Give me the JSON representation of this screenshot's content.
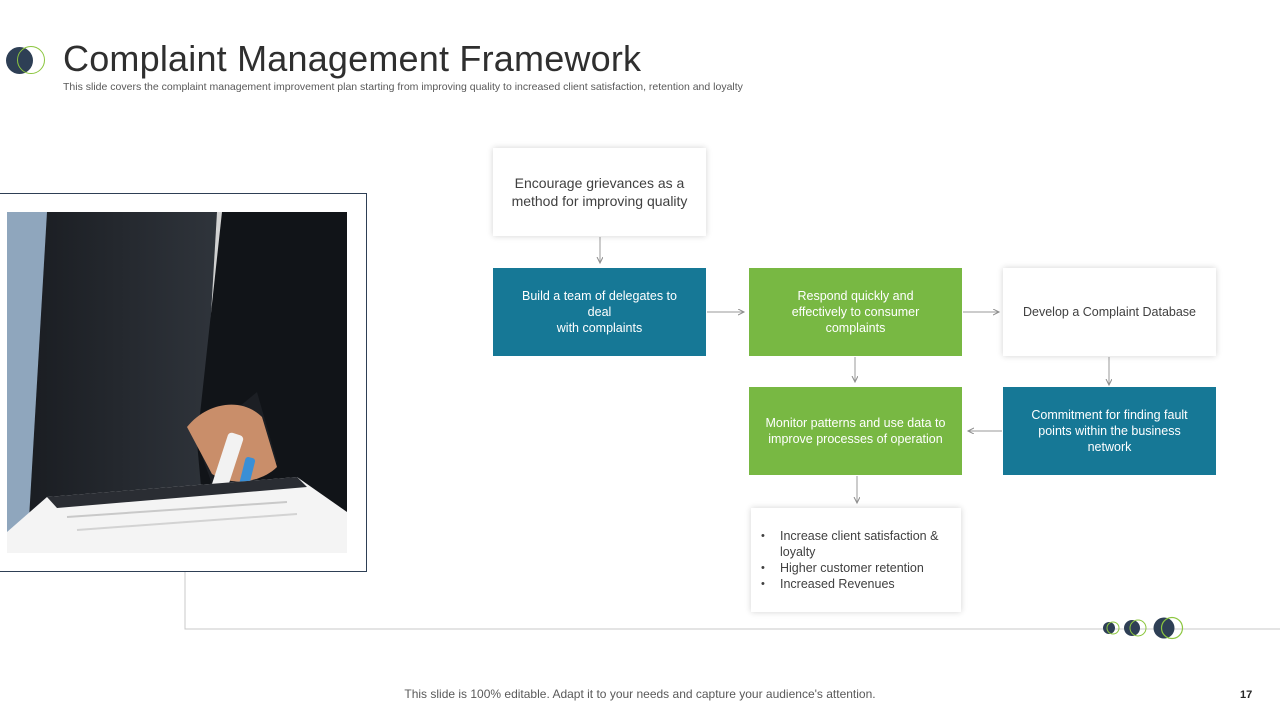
{
  "header": {
    "title": "Complaint Management Framework",
    "subtitle": "This slide covers the complaint management improvement plan starting  from improving  quality  to increased client satisfaction,  retention and loyalty"
  },
  "colors": {
    "navy": "#2e3f55",
    "teal": "#167896",
    "green": "#78b843",
    "lime_outline": "#8cc63f"
  },
  "diagram": {
    "nodes": {
      "encourage": "Encourage grievances as a method for improving quality",
      "build_team": [
        "Build a team of delegates to",
        "deal",
        "with complaints"
      ],
      "respond": [
        "Respond quickly and",
        "effectively to consumer",
        "complaints"
      ],
      "database": "Develop a Complaint Database",
      "monitor": [
        "Monitor patterns and use data to",
        "improve processes of operation"
      ],
      "commitment": [
        "Commitment for finding fault",
        "points within the business",
        "network"
      ],
      "outcomes": [
        "Increase client satisfaction & loyalty",
        "Higher customer retention",
        "Increased Revenues"
      ]
    },
    "edges": [
      {
        "from": "encourage",
        "to": "build_team"
      },
      {
        "from": "build_team",
        "to": "respond"
      },
      {
        "from": "respond",
        "to": "database"
      },
      {
        "from": "respond",
        "to": "monitor"
      },
      {
        "from": "database",
        "to": "commitment"
      },
      {
        "from": "commitment",
        "to": "monitor"
      },
      {
        "from": "monitor",
        "to": "outcomes"
      }
    ]
  },
  "footer": {
    "note": "This slide is 100% editable. Adapt it to your needs and capture your audience's attention.",
    "page_number": "17"
  }
}
